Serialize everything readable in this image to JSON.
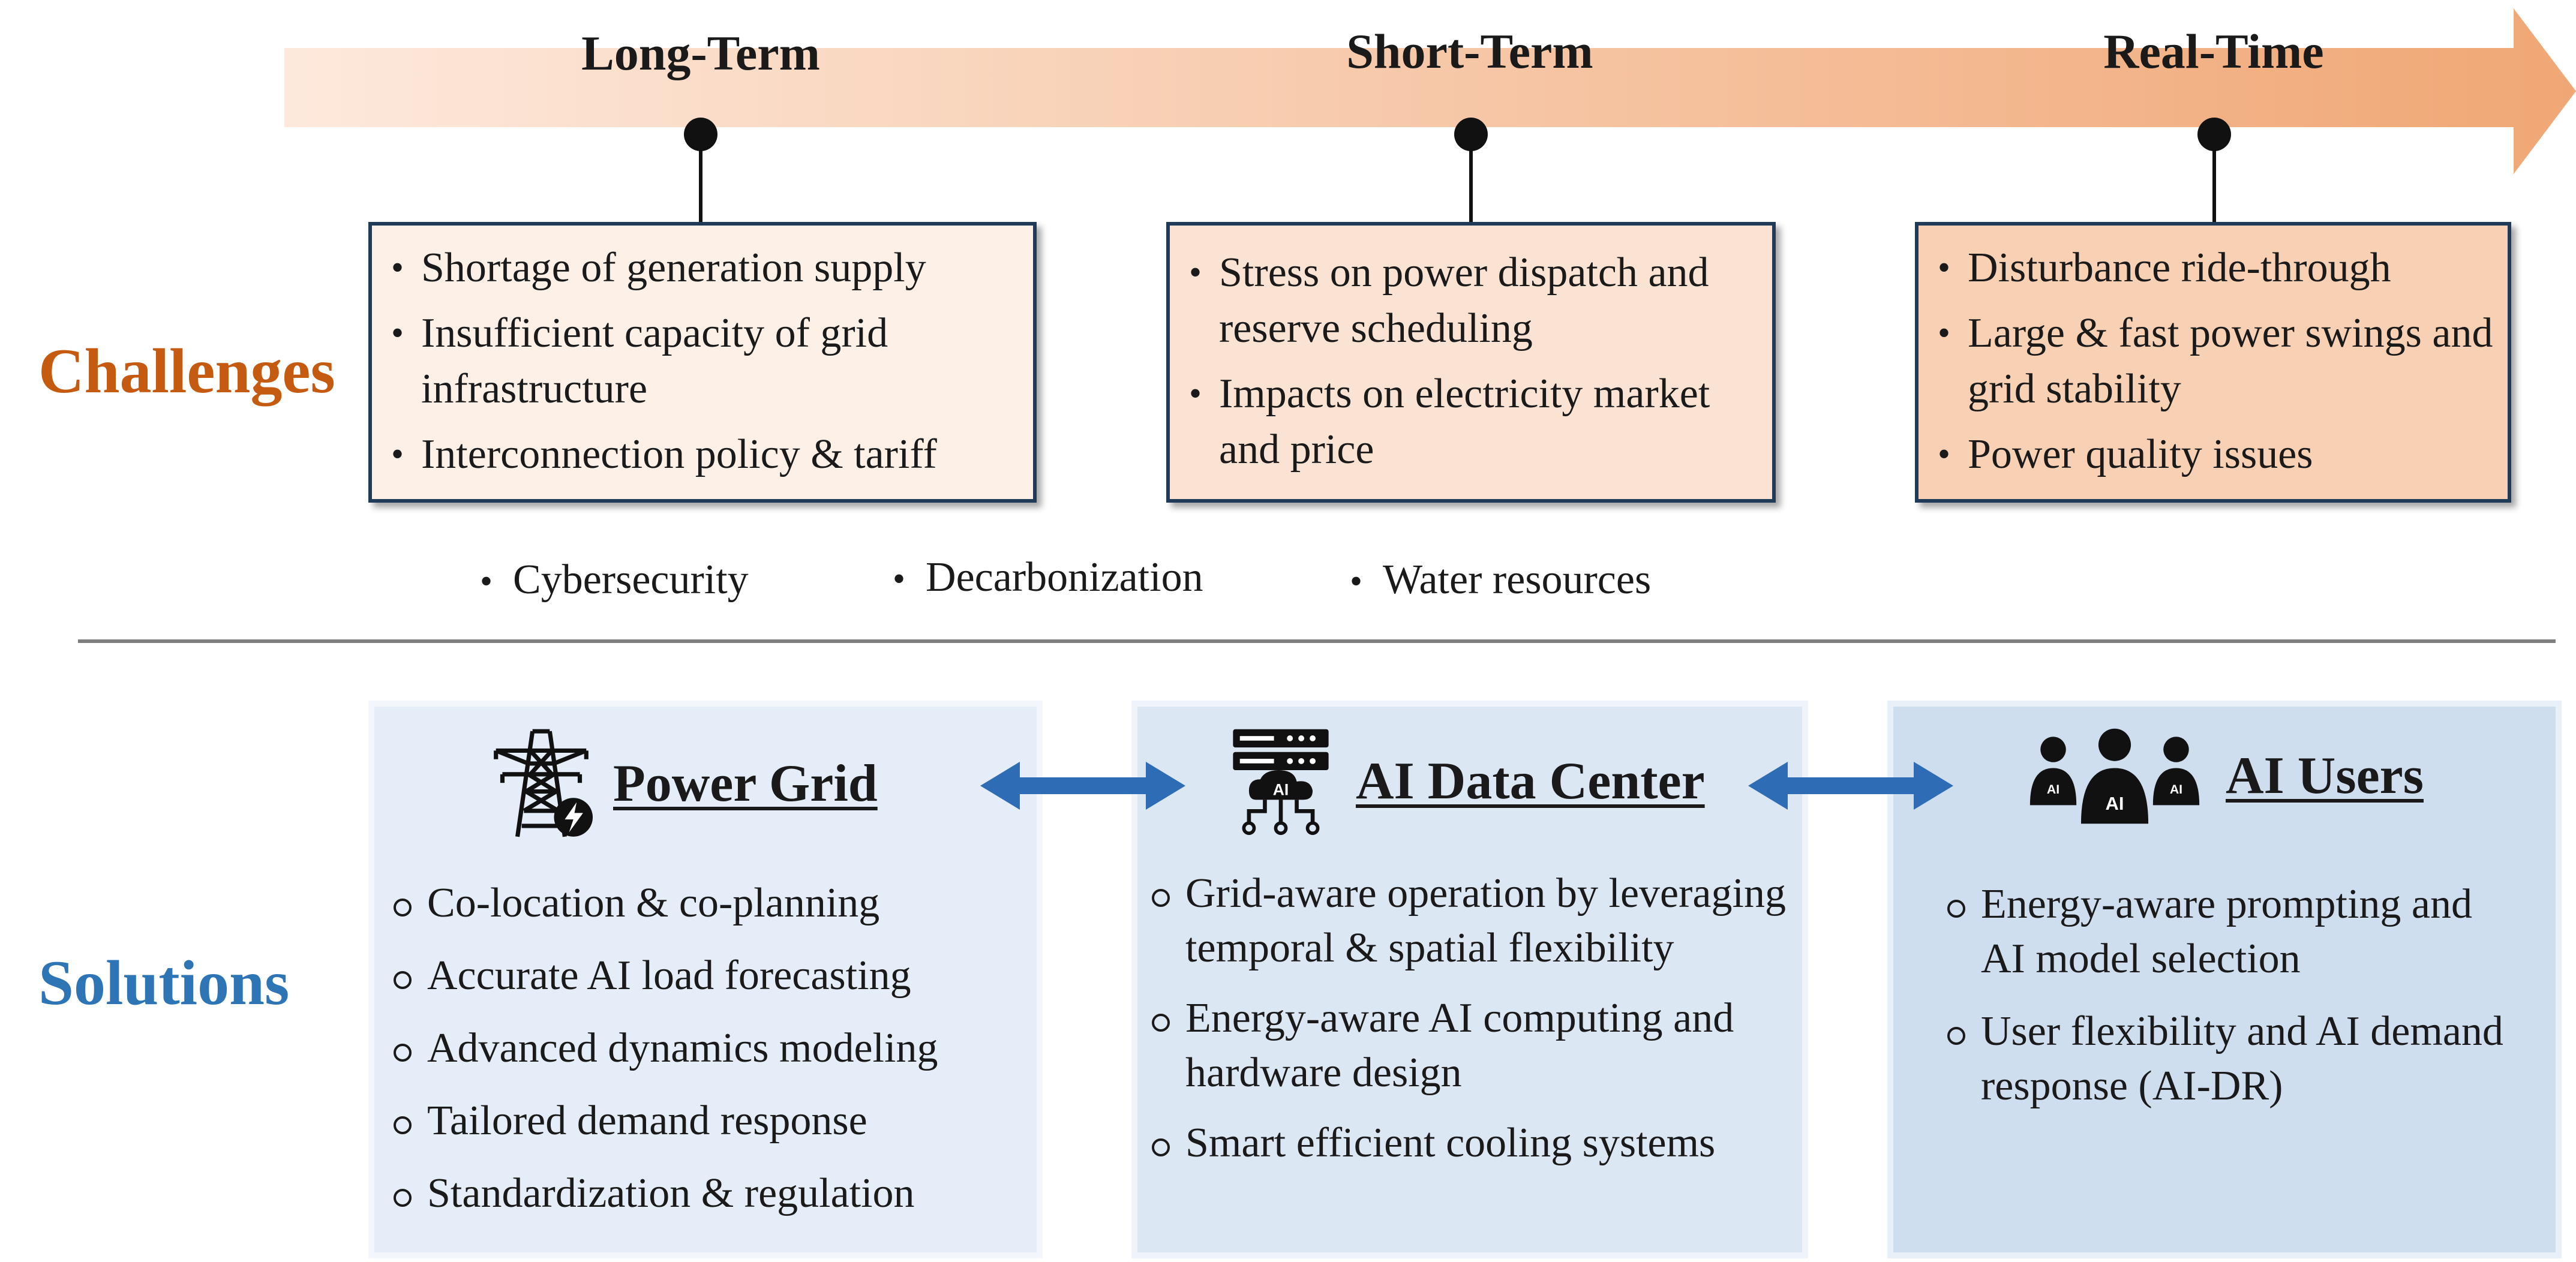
{
  "timeline": {
    "phases": [
      {
        "label": "Long-Term"
      },
      {
        "label": "Short-Term"
      },
      {
        "label": "Real-Time"
      }
    ]
  },
  "sections": {
    "challenges_label": "Challenges",
    "solutions_label": "Solutions"
  },
  "challenges": {
    "long_term": [
      "Shortage of generation supply",
      "Insufficient capacity of grid infrastructure",
      "Interconnection policy & tariff"
    ],
    "short_term": [
      "Stress on power dispatch and reserve scheduling",
      "Impacts on electricity market and price"
    ],
    "real_time": [
      "Disturbance ride-through",
      "Large & fast power swings and grid stability",
      "Power quality issues"
    ],
    "cross_cutting": [
      "Cybersecurity",
      "Decarbonization",
      "Water resources"
    ]
  },
  "solutions": {
    "power_grid": {
      "title": "Power Grid",
      "icon": "transmission-tower-icon",
      "items": [
        "Co-location & co-planning",
        "Accurate AI load forecasting",
        "Advanced dynamics modeling",
        "Tailored demand response",
        "Standardization & regulation"
      ]
    },
    "ai_data_center": {
      "title": "AI Data Center",
      "icon": "ai-server-icon",
      "icon_text": "AI",
      "items": [
        "Grid-aware operation by leveraging temporal & spatial flexibility",
        "Energy-aware AI computing and hardware design",
        "Smart efficient cooling systems"
      ]
    },
    "ai_users": {
      "title": "AI Users",
      "icon": "ai-users-icon",
      "icon_text": "AI",
      "items": [
        "Energy-aware prompting and AI model selection",
        "User flexibility and AI demand response (AI-DR)"
      ]
    }
  },
  "colors": {
    "challenges_label": "#c55a11",
    "solutions_label": "#2e75b6",
    "arrow_start": "#fde9dc",
    "arrow_end": "#f0a775",
    "box_long": "#fdf0e7",
    "box_short": "#fbe3d4",
    "box_real": "#f8d0b4",
    "box_border": "#1f3b57",
    "sol_box_1": "#e5edf8",
    "sol_box_2": "#dce7f4",
    "sol_box_3": "#cedeef",
    "connector_arrow": "#2e6cb5",
    "divider": "#7f7f7f"
  }
}
